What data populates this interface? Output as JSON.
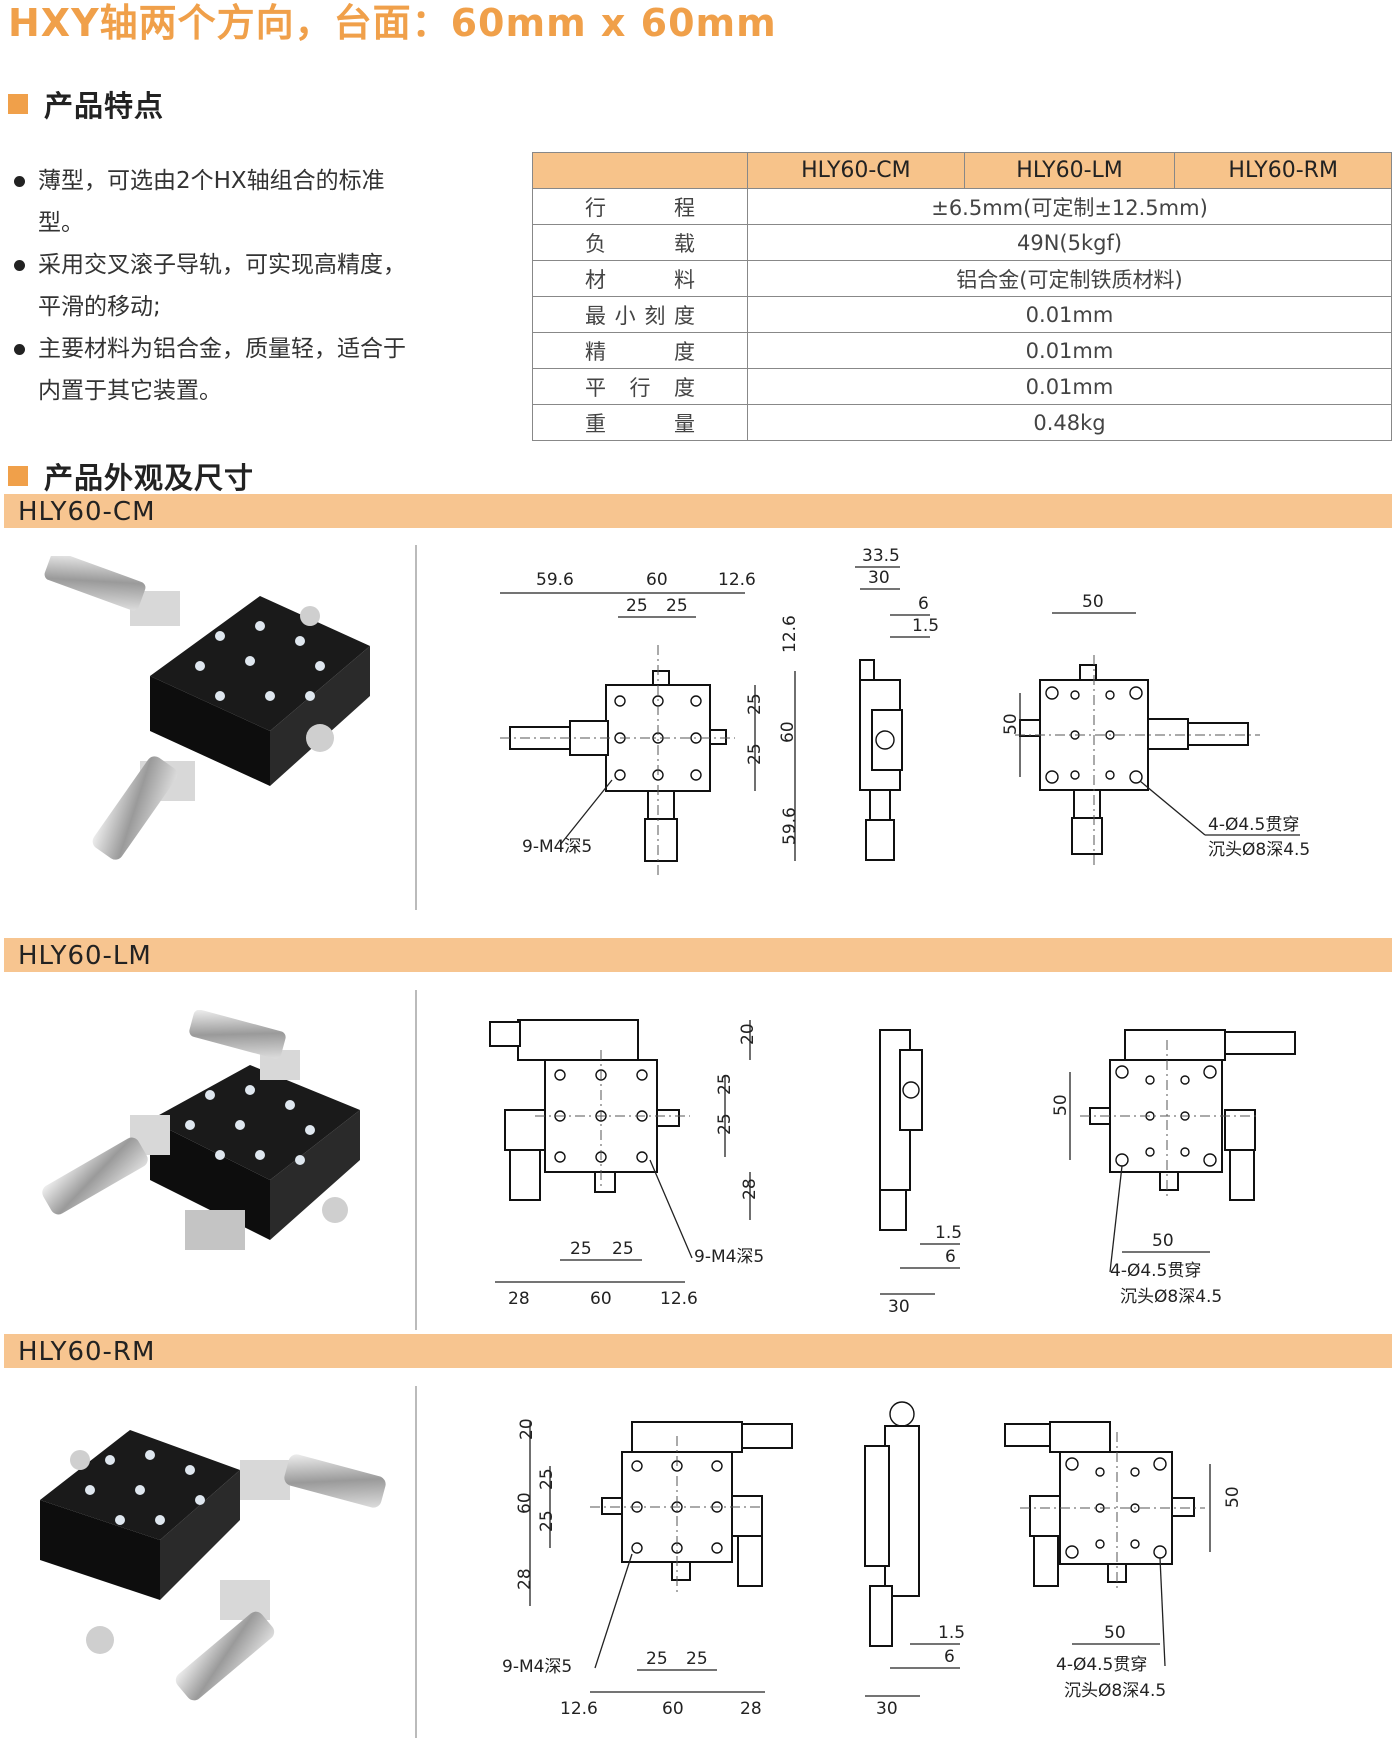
{
  "page": {
    "title": "HXY轴两个方向，台面：60mm x 60mm"
  },
  "features_section": {
    "title": "产品特点"
  },
  "features": [
    "薄型，可选由2个HX轴组合的标准型。",
    "采用交叉滚子导轨，可实现高精度，平滑的移动;",
    "主要材料为铝合金，质量轻，适合于内置于其它装置。"
  ],
  "spec_table": {
    "columns": [
      "",
      "HLY60-CM",
      "HLY60-LM",
      "HLY60-RM"
    ],
    "rows": [
      {
        "label": "行程",
        "value": "±6.5mm(可定制±12.5mm)"
      },
      {
        "label": "负载",
        "value": "49N(5kgf)"
      },
      {
        "label": "材料",
        "value": "铝合金(可定制铁质材料)"
      },
      {
        "label": "最小刻度",
        "value": "0.01mm"
      },
      {
        "label": "精度",
        "value": "0.01mm"
      },
      {
        "label": "平行度",
        "value": "0.01mm"
      },
      {
        "label": "重量",
        "value": "0.48kg"
      }
    ]
  },
  "dimensions_section": {
    "title": "产品外观及尺寸"
  },
  "models": [
    {
      "name": "HLY60-CM",
      "dims": {
        "a": "59.6",
        "b": "60",
        "c": "12.6",
        "d": "25",
        "e": "25",
        "f": "33.5",
        "g": "30",
        "h": "6",
        "i": "1.5",
        "j": "50",
        "k": "12.6",
        "l": "25",
        "m": "60",
        "n": "25",
        "o": "59.6",
        "p": "50",
        "hole_note": "9-M4深5",
        "thru1": "4-Ø4.5贯穿",
        "thru2": "沉头Ø8深4.5"
      }
    },
    {
      "name": "HLY60-LM",
      "dims": {
        "a": "20",
        "b": "25",
        "c": "25",
        "d": "28",
        "e": "25",
        "f": "25",
        "g": "28",
        "h": "60",
        "i": "12.6",
        "j": "1.5",
        "k": "6",
        "l": "30",
        "m": "50",
        "n": "50",
        "hole_note": "9-M4深5",
        "thru1": "4-Ø4.5贯穿",
        "thru2": "沉头Ø8深4.5"
      }
    },
    {
      "name": "HLY60-RM",
      "dims": {
        "a": "20",
        "b": "25",
        "c": "60",
        "d": "25",
        "e": "28",
        "f": "25",
        "g": "25",
        "h": "12.6",
        "i": "60",
        "j": "28",
        "k": "1.5",
        "l": "6",
        "m": "30",
        "n": "50",
        "o": "50",
        "hole_note": "9-M4深5",
        "thru1": "4-Ø4.5贯穿",
        "thru2": "沉头Ø8深4.5"
      }
    }
  ]
}
